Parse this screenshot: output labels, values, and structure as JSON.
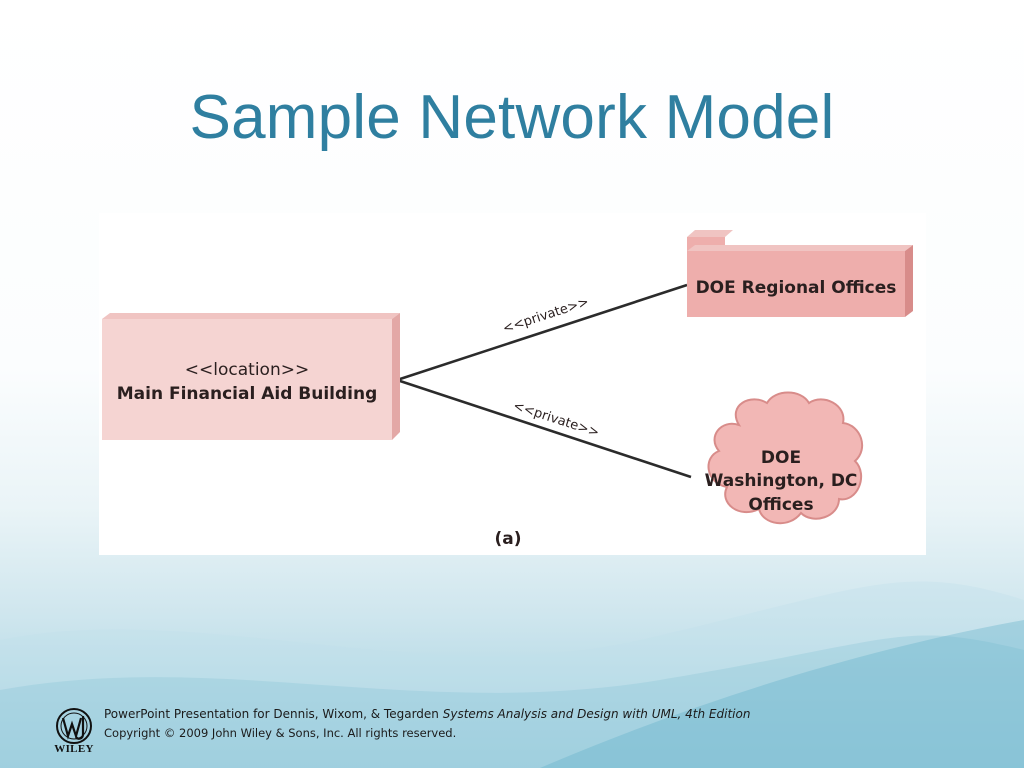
{
  "slide": {
    "title": "Sample Network Model"
  },
  "diagram": {
    "main_node": {
      "stereotype": "<<location>>",
      "name": "Main Financial Aid Building"
    },
    "regional_node": {
      "name": "DOE Regional Offices"
    },
    "cloud_node": {
      "line1": "DOE",
      "line2": "Washington, DC",
      "line3": "Offices"
    },
    "link_top_label": "<<private>>",
    "link_bottom_label": "<<private>>",
    "caption": "(a)",
    "colors": {
      "node_fill": "#f5d4d2",
      "node_side": "#e3a8a6",
      "node_top": "#f0c4c2",
      "package_fill": "#eeaeac",
      "package_side": "#d88c8a",
      "cloud_fill": "#f2b7b5",
      "cloud_stroke": "#d88c8a"
    }
  },
  "footer": {
    "line1_prefix": "PowerPoint Presentation for Dennis, Wixom, & Tegarden ",
    "line1_book": "Systems Analysis and Design with UML, 4th Edition",
    "line2": "Copyright © 2009 John Wiley & Sons, Inc.  All rights reserved.",
    "logo_text": "WILEY"
  }
}
